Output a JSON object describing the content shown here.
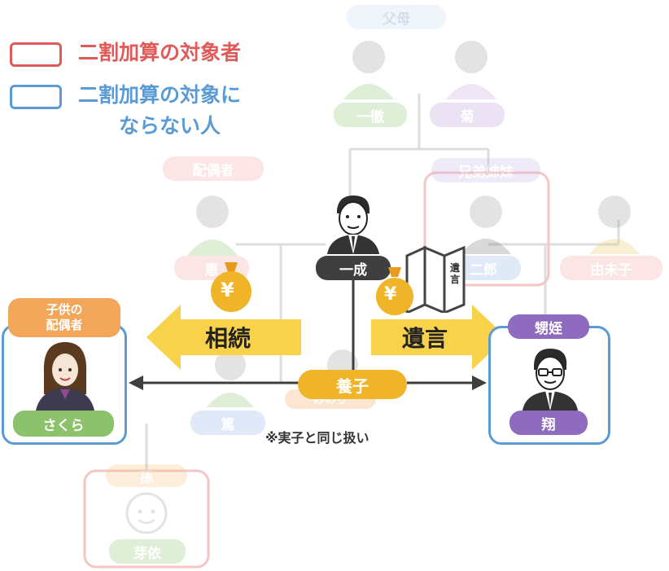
{
  "legend": {
    "target_label": "二割加算の対象者",
    "non_target_label_line1": "二割加算の対象に",
    "non_target_label_line2": "ならない人",
    "target_color": "#e05a5a",
    "non_target_color": "#5b9bd5"
  },
  "groups": {
    "parents": "父母",
    "spouse": "配偶者",
    "siblings": "兄弟姉妹",
    "child_spouse_line1": "子供の",
    "child_spouse_line2": "配偶者",
    "grandchild": "孫",
    "nephew_niece": "甥姪"
  },
  "people": {
    "father": "一徹",
    "mother": "菊",
    "deceased": "一成",
    "spouse": "恵",
    "sibling1": "二郎",
    "sibling2": "由未子",
    "child1": "篤",
    "child2": "みのり",
    "child_spouse": "さくら",
    "nephew": "翔",
    "grandchild": "芽依"
  },
  "arrows": {
    "inheritance": "相続",
    "will": "遺言",
    "adoption": "養子",
    "will_doc": "遺言",
    "yen": "¥"
  },
  "notes": {
    "adoption_note": "※実子と同じ扱い"
  },
  "colors": {
    "pink": "#f4c6c6",
    "lightblue": "#c9d9f0",
    "green": "#8cc26c",
    "orange": "#f2a65a",
    "purple": "#8e6bbf",
    "dark": "#3f3f3f",
    "gold": "#f0b429",
    "arrow_yellow": "#f8d24a"
  }
}
